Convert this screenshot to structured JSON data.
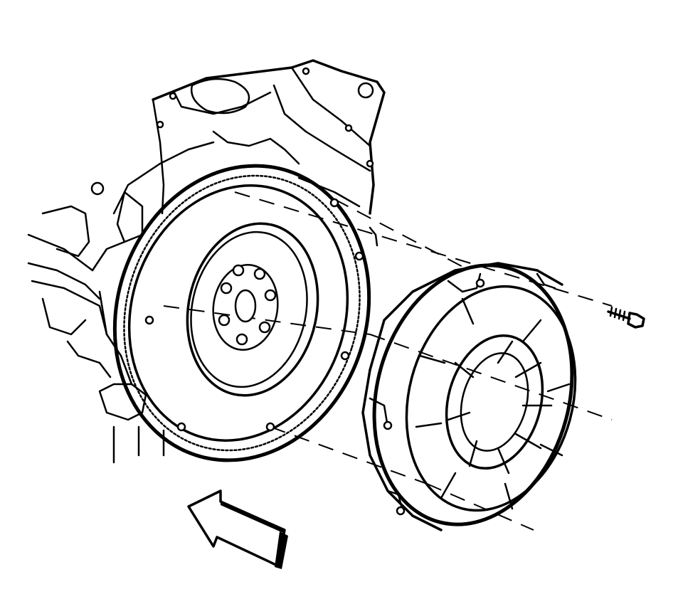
{
  "figure": {
    "kind": "exploded-assembly-line-drawing",
    "components": [
      "engine-block",
      "flywheel",
      "clutch-pressure-plate",
      "bolt"
    ],
    "colors": {
      "ink": "#000000",
      "paper": "#ffffff"
    },
    "icons": [
      "direction-arrow-icon"
    ]
  }
}
